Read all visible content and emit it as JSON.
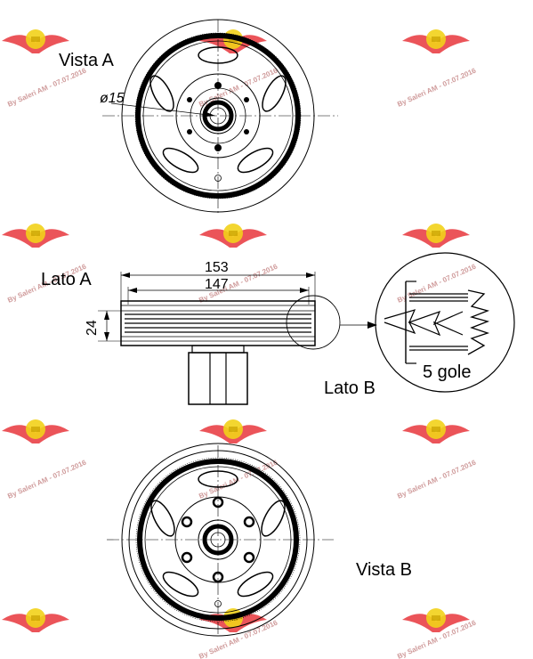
{
  "labels": {
    "vista_a": "Vista A",
    "vista_b": "Vista B",
    "lato_a": "Lato A",
    "lato_b": "Lato B",
    "hole_diameter": "ø15",
    "overall_width": "153",
    "belt_width": "147",
    "height": "24",
    "grooves": "5 gole"
  },
  "watermark": {
    "text": "By Saleri AM - 07.07.2016"
  },
  "colors": {
    "line": "#000000",
    "logo_red": "#e8363c",
    "logo_yellow": "#f2d21a"
  }
}
